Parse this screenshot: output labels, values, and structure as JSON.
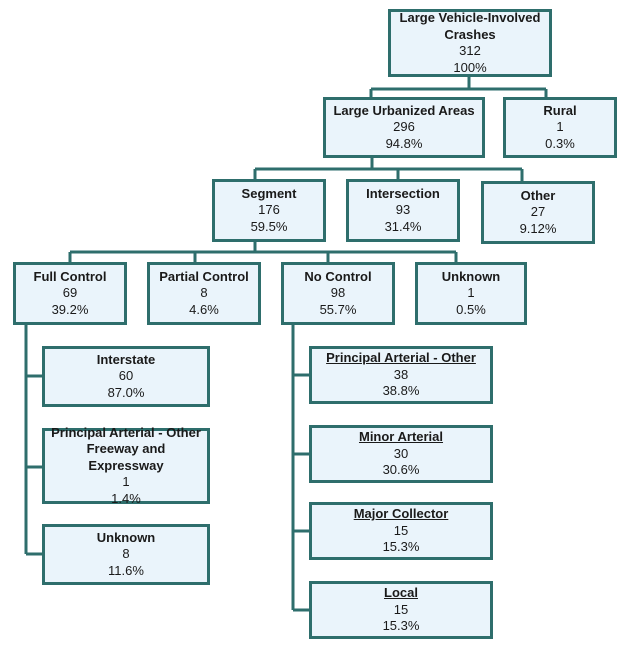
{
  "colors": {
    "box_fill": "#eaf4fb",
    "box_border": "#2e6e6c",
    "connector": "#2e6e6c"
  },
  "nodes": {
    "root": {
      "title": "Large Vehicle-Involved Crashes",
      "count": "312",
      "pct": "100%"
    },
    "urban": {
      "title": "Large Urbanized Areas",
      "count": "296",
      "pct": "94.8%"
    },
    "rural": {
      "title": "Rural",
      "count": "1",
      "pct": "0.3%"
    },
    "segment": {
      "title": "Segment",
      "count": "176",
      "pct": "59.5%"
    },
    "intersection": {
      "title": "Intersection",
      "count": "93",
      "pct": "31.4%"
    },
    "other": {
      "title": "Other",
      "count": "27",
      "pct": "9.12%"
    },
    "full": {
      "title": "Full Control",
      "count": "69",
      "pct": "39.2%"
    },
    "partial": {
      "title": "Partial Control",
      "count": "8",
      "pct": "4.6%"
    },
    "nocontrol": {
      "title": "No Control",
      "count": "98",
      "pct": "55.7%"
    },
    "unknown1": {
      "title": "Unknown",
      "count": "1",
      "pct": "0.5%"
    },
    "interstate": {
      "title": "Interstate",
      "count": "60",
      "pct": "87.0%"
    },
    "paofe": {
      "title": "Principal Arterial - Other Freeway and Expressway",
      "count": "1",
      "pct": "1.4%"
    },
    "unknown2": {
      "title": "Unknown",
      "count": "8",
      "pct": "11.6%"
    },
    "pao": {
      "title": "Principal Arterial - Other",
      "count": "38",
      "pct": "38.8%"
    },
    "minor": {
      "title": "Minor Arterial",
      "count": "30",
      "pct": "30.6%"
    },
    "major": {
      "title": "Major Collector",
      "count": "15",
      "pct": "15.3%"
    },
    "local": {
      "title": "Local",
      "count": "15",
      "pct": "15.3%"
    }
  }
}
